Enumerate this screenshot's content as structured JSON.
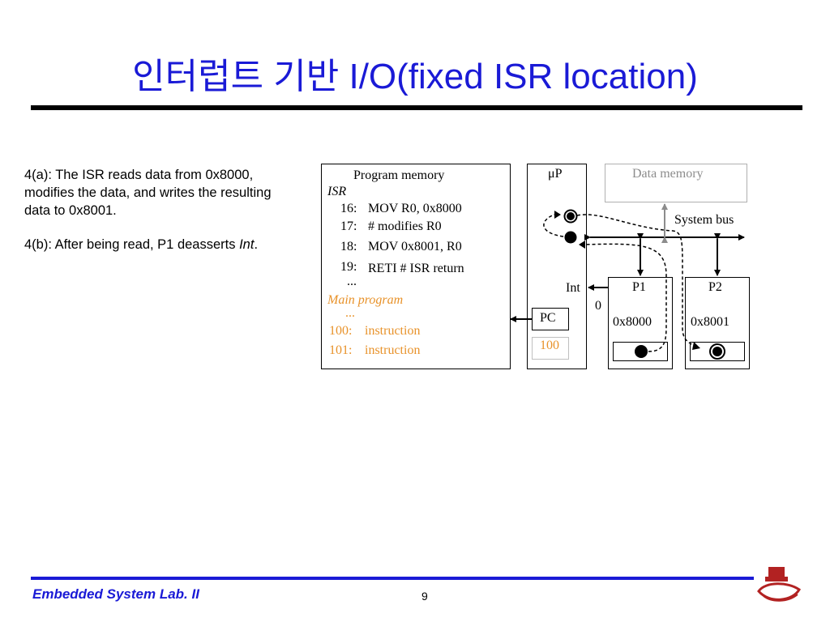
{
  "slide": {
    "title": "인터럽트 기반 I/O(fixed ISR location)",
    "page_number": "9",
    "footer": "Embedded System Lab. II"
  },
  "description": {
    "p1": "4(a): The ISR reads data from 0x8000, modifies the data, and writes the resulting data to 0x8001.",
    "p2_prefix": "4(b): After being read, P1 deasserts ",
    "p2_italic": "Int",
    "p2_suffix": "."
  },
  "program_memory": {
    "title": "Program memory",
    "isr_label": "ISR",
    "lines": [
      {
        "num": "16:",
        "text": "MOV R0, 0x8000"
      },
      {
        "num": "17:",
        "text": "# modifies R0"
      },
      {
        "num": "18:",
        "text": "MOV 0x8001, R0"
      },
      {
        "num": "19:",
        "text": "RETI  # ISR return"
      }
    ],
    "ellipsis1": "...",
    "main_label": "Main program",
    "ellipsis2": "...",
    "main_lines": [
      {
        "num": "100:",
        "text": "instruction"
      },
      {
        "num": "101:",
        "text": "instruction"
      }
    ]
  },
  "cpu": {
    "title": "μP",
    "pc_label": "PC",
    "pc_value": "100",
    "int_label": "Int",
    "int_value": "0"
  },
  "data_memory": {
    "title": "Data memory"
  },
  "bus": {
    "label": "System bus"
  },
  "peripherals": [
    {
      "name": "P1",
      "address": "0x8000"
    },
    {
      "name": "P2",
      "address": "0x8001"
    }
  ]
}
